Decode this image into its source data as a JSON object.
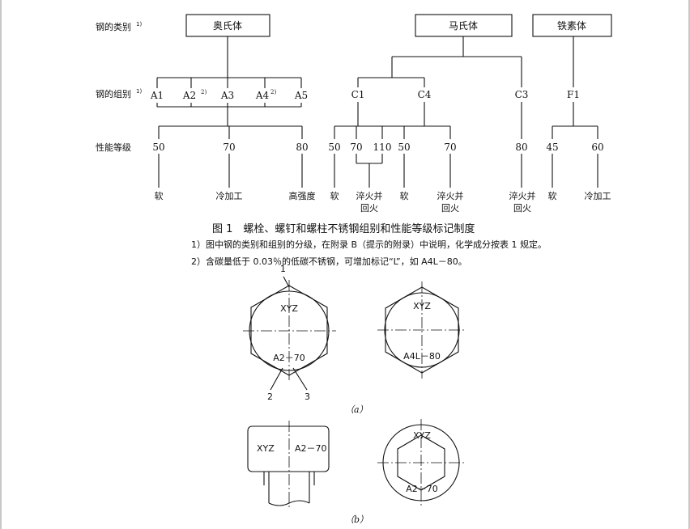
{
  "row_labels": {
    "category": "钢的类别",
    "category_sup": "1)",
    "group": "钢的组别",
    "group_sup": "1)",
    "grade": "性能等级"
  },
  "categories": {
    "austenitic": "奥氏体",
    "martensitic": "马氏体",
    "ferritic": "铁素体"
  },
  "groups": {
    "a1": "A1",
    "a2": "A2",
    "a2_sup": "2)",
    "a3": "A3",
    "a4": "A4",
    "a4_sup": "2)",
    "a5": "A5",
    "c1": "C1",
    "c4": "C4",
    "c3": "C3",
    "f1": "F1"
  },
  "grades": {
    "a50": "50",
    "a70": "70",
    "a80": "80",
    "c1_50": "50",
    "c1_70": "70",
    "c1_110": "110",
    "c4_50": "50",
    "c4_70": "70",
    "c3_80": "80",
    "f1_45": "45",
    "f1_60": "60"
  },
  "properties": {
    "a_soft": "软",
    "a_cold": "冷加工",
    "a_high": "高强度",
    "c1_soft": "软",
    "c1_qt_1": "淬火并",
    "c1_qt_2": "回火",
    "c4_soft": "软",
    "c4_qt_1": "淬火并",
    "c4_qt_2": "回火",
    "c3_qt_1": "淬火并",
    "c3_qt_2": "回火",
    "f1_soft": "软",
    "f1_cold": "冷加工"
  },
  "caption": "图 1　螺栓、螺钉和螺柱不锈钢组别和性能等级标记制度",
  "notes": {
    "n1": "1）图中钢的类别和组别的分级，在附录 B（提示的附录）中说明，化学成分按表 1 规定。",
    "n2": "2）含碳量低于 0.03％的低碳不锈钢，可增加标记“L”，如 A4L－80。"
  },
  "marks": {
    "hex1_top": "XYZ",
    "hex1_bottom": "A2－70",
    "hex2_top": "XYZ",
    "hex2_bottom": "A4L－80",
    "side_left": "XYZ",
    "side_right": "A2－70",
    "socket_top": "XYZ",
    "socket_bottom": "A2－70"
  },
  "leaders": {
    "l1": "1",
    "l2": "2",
    "l3": "3"
  },
  "sublabels": {
    "a": "（a）",
    "b": "（b）"
  }
}
